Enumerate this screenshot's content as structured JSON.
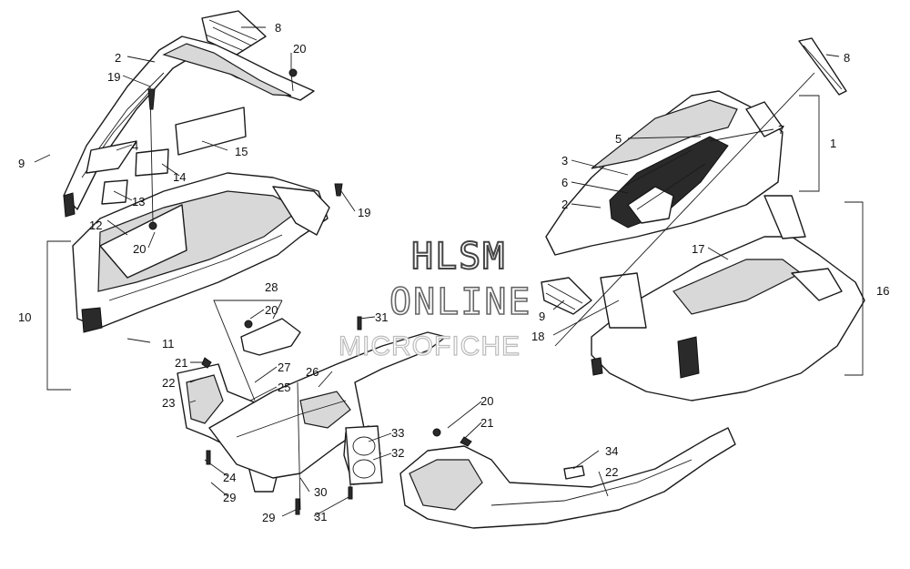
{
  "watermark": {
    "line1": "HLSM",
    "line2": "ONLINE",
    "line3": "MICROFICHE"
  },
  "callouts": [
    "1",
    "2",
    "2",
    "3",
    "4",
    "5",
    "6",
    "7",
    "8",
    "8",
    "9",
    "9",
    "10",
    "11",
    "12",
    "13",
    "14",
    "15",
    "16",
    "17",
    "18",
    "19",
    "19",
    "20",
    "20",
    "20",
    "20",
    "21",
    "21",
    "22",
    "22",
    "23",
    "24",
    "25",
    "26",
    "27",
    "28",
    "29",
    "29",
    "30",
    "31",
    "31",
    "32",
    "33",
    "34"
  ]
}
